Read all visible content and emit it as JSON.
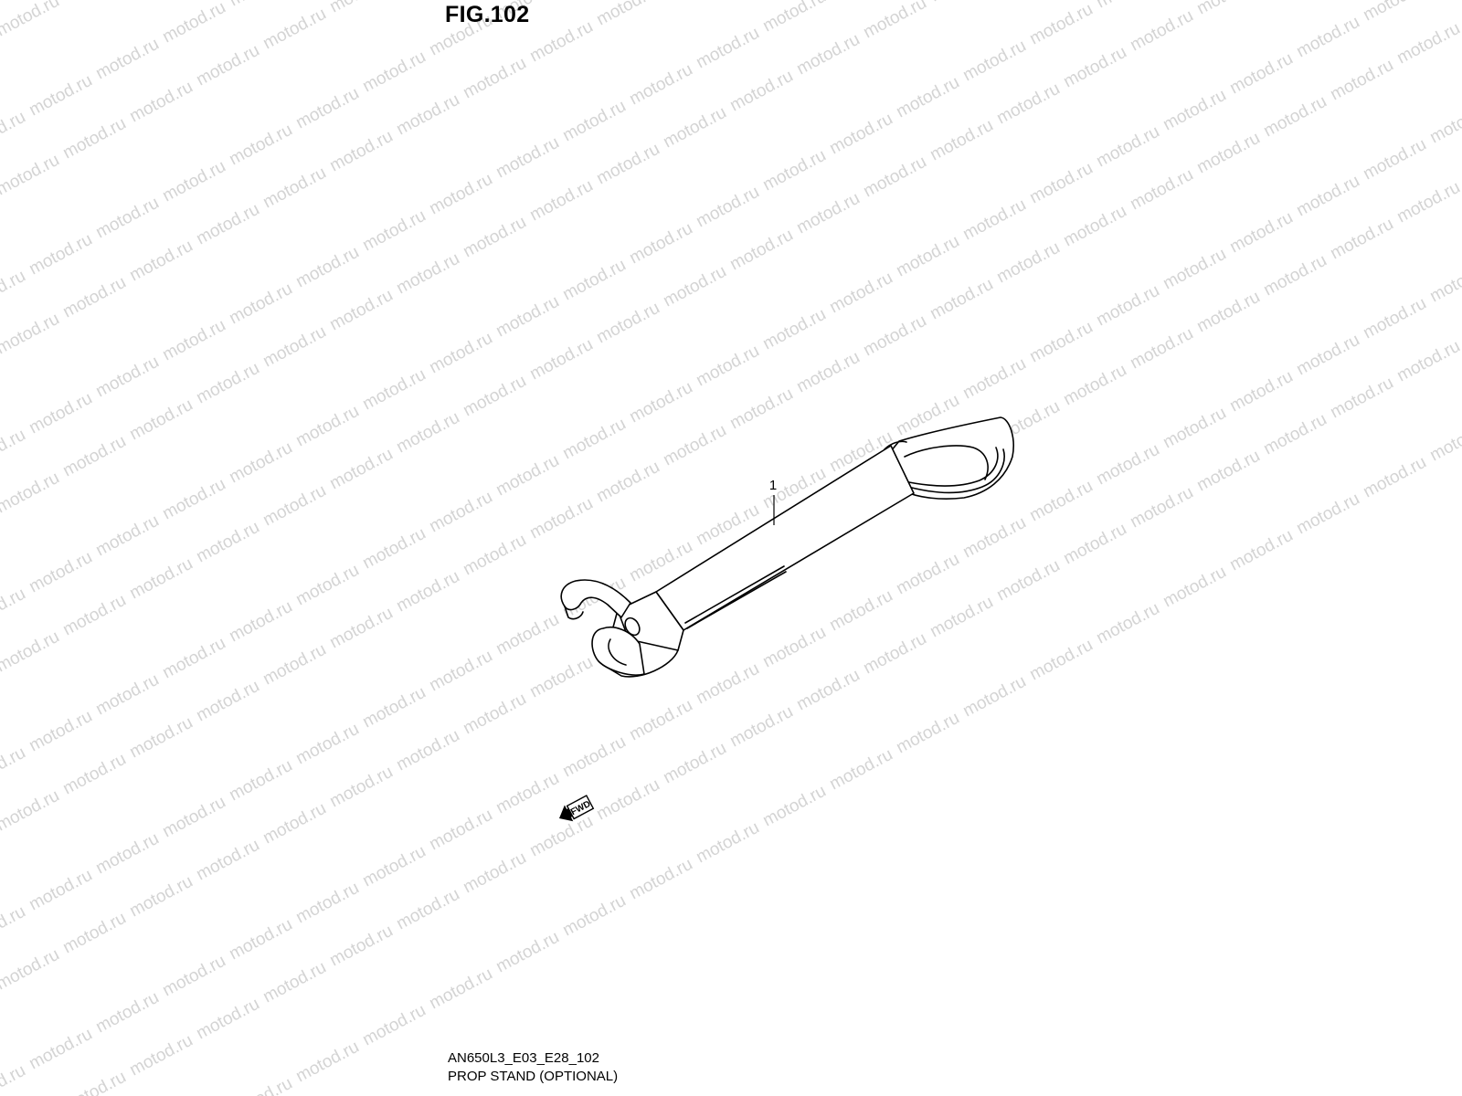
{
  "figure": {
    "title": "FIG.102",
    "code": "AN650L3_E03_E28_102",
    "caption": "PROP STAND (OPTIONAL)"
  },
  "callouts": [
    {
      "number": "1"
    }
  ],
  "fwd_arrow": {
    "label": "FWD",
    "icon": "fwd-arrow-icon"
  },
  "watermark": {
    "text": "motod.ru",
    "color": "#d4d4d4"
  }
}
